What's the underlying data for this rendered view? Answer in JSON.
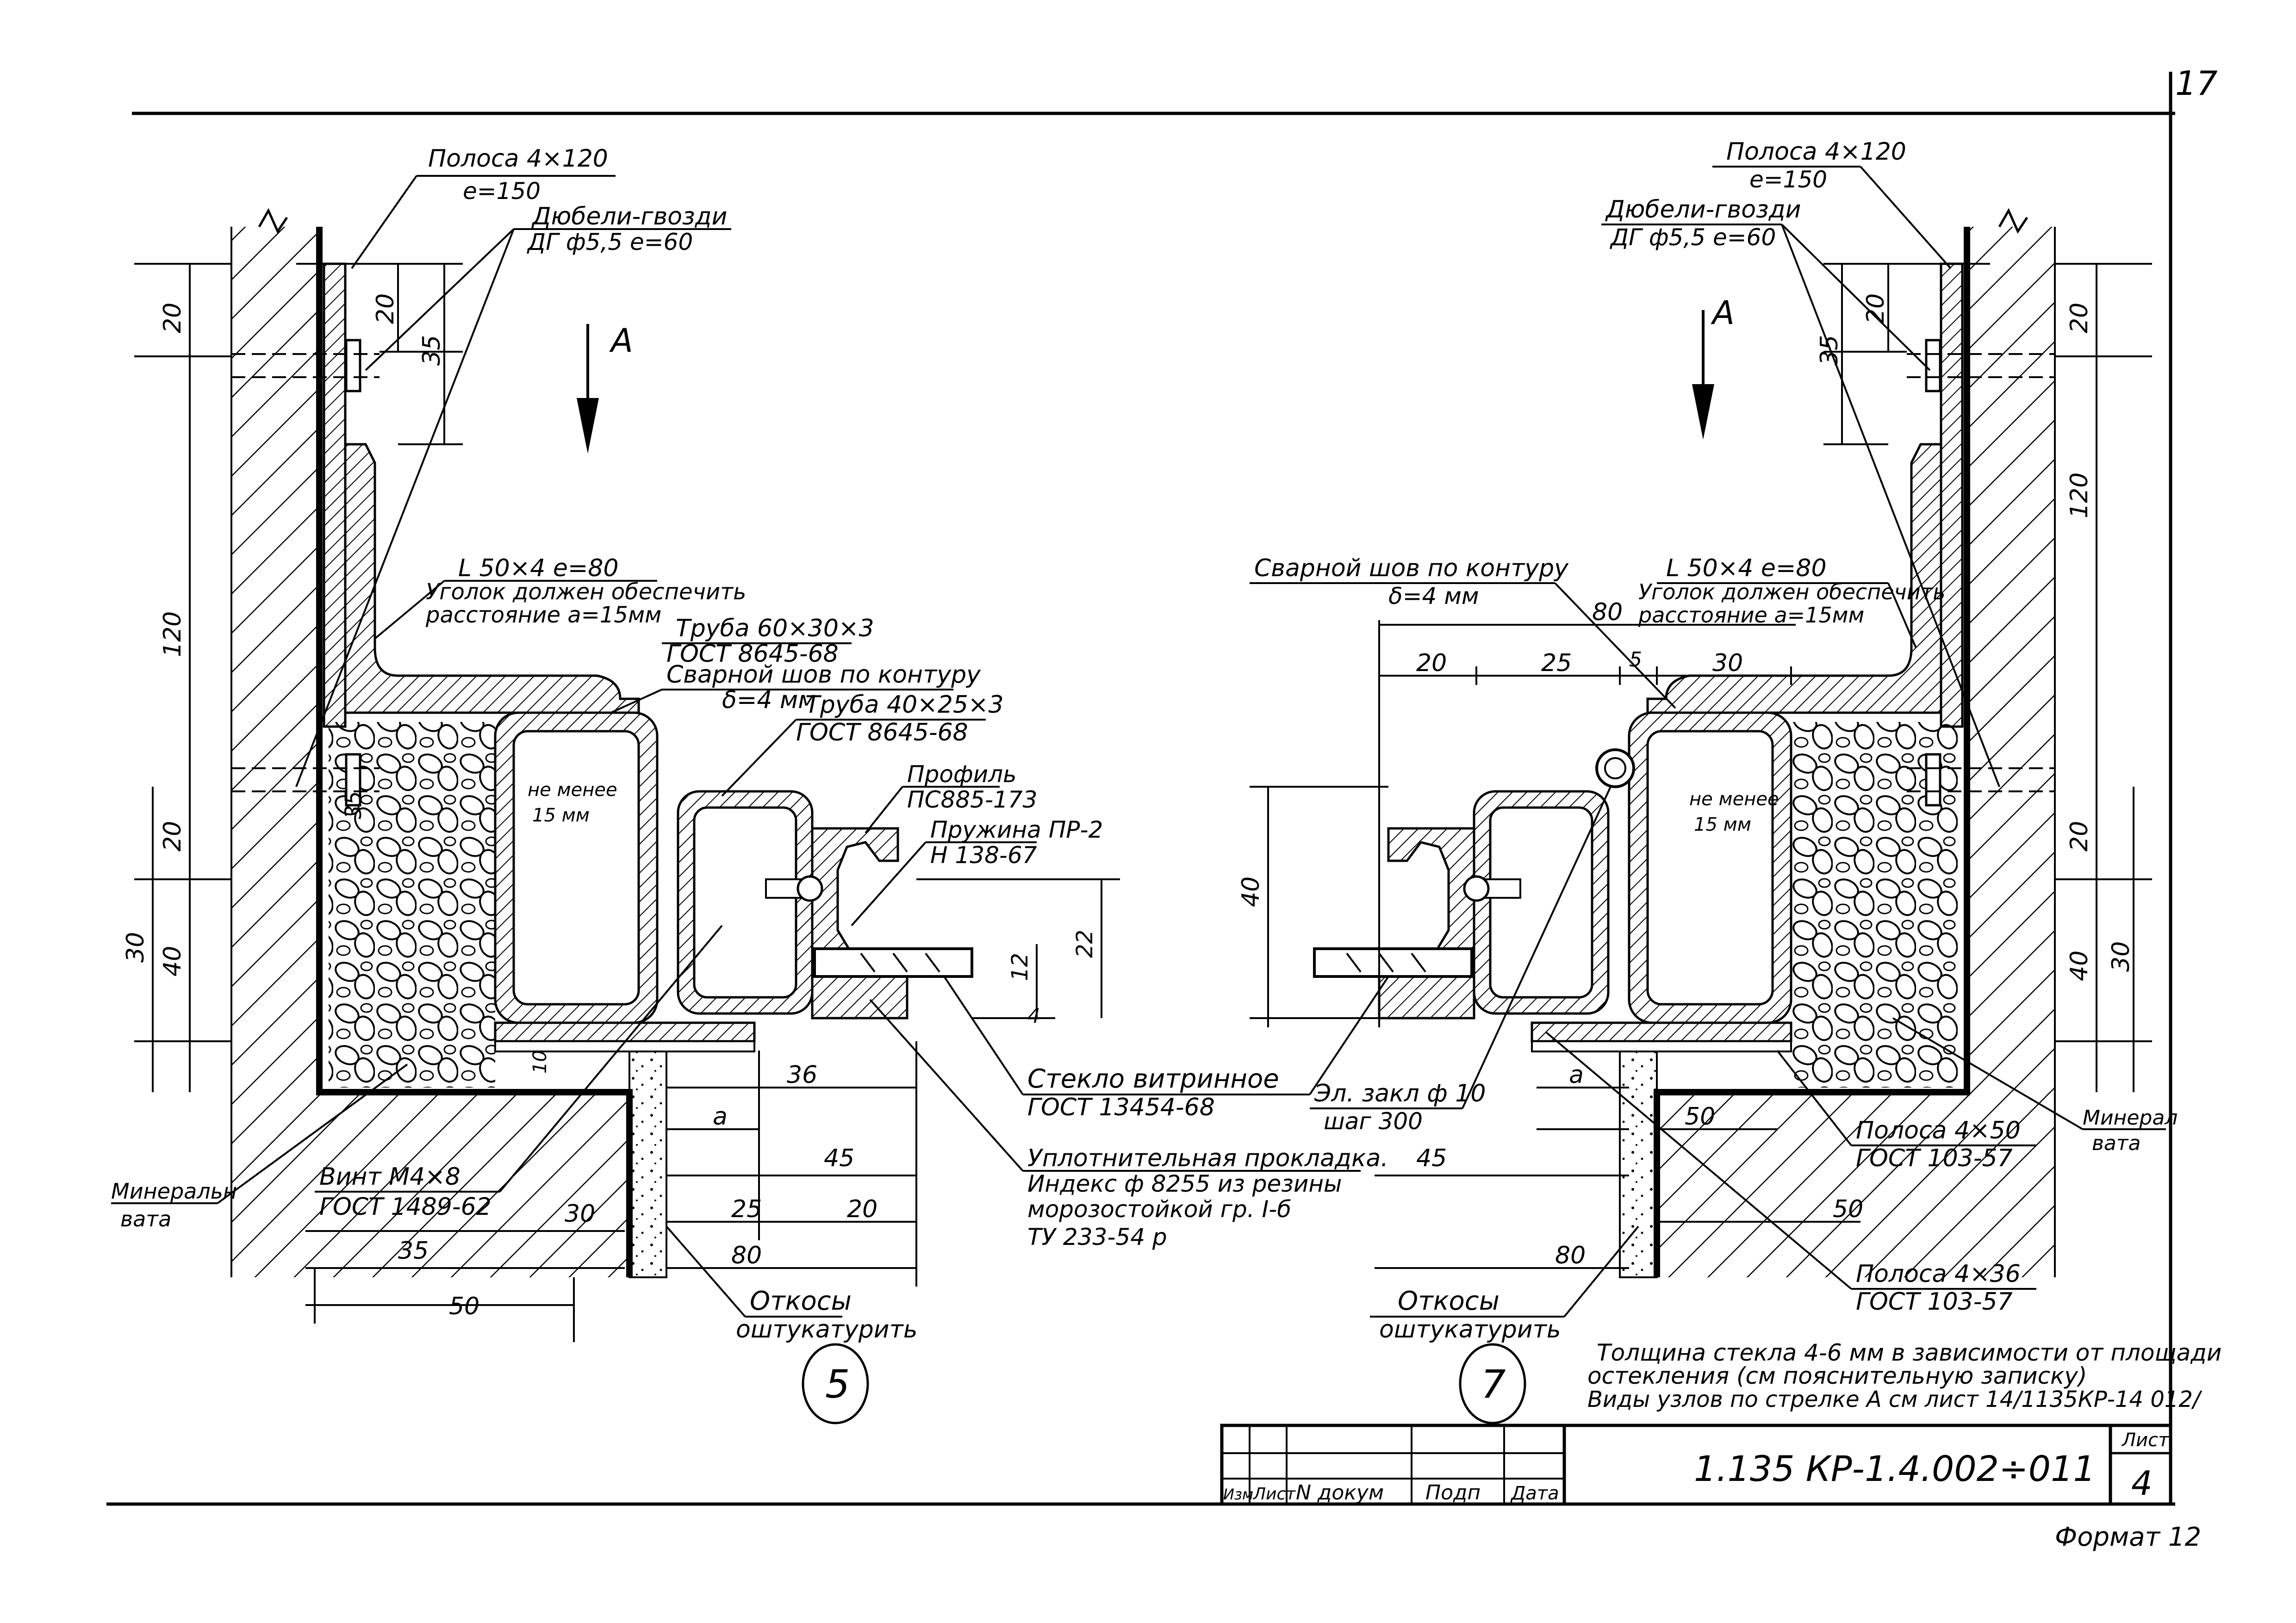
{
  "page": {
    "number": "17",
    "format": "Формат 12"
  },
  "left": {
    "label_strip": "Полоса 4×120",
    "label_strip_e": "e=150",
    "label_dowel": "Дюбели-гвозди",
    "label_dowel_spec": "ДГ ф5,5 e=60",
    "label_angle": "L 50×4 e=80",
    "label_angle_note1": "Уголок должен обеспечить",
    "label_angle_note2": "расстояние a=15мм",
    "label_tube1": "Труба 60×30×3",
    "label_tube1_gost": "ГОСТ 8645-68",
    "label_weld": "Сварной шов по контуру",
    "label_weld_delta": "δ=4 мм",
    "label_tube2": "Труба 40×25×3",
    "label_tube2_gost": "ГОСТ 8645-68",
    "label_profile": "Профиль",
    "label_profile_code": "ПС885-173",
    "label_spring": "Пружина ПР-2",
    "label_spring_code": "Н 138-67",
    "label_not_less1": "не менее",
    "label_not_less2": "15 мм",
    "label_glass": "Стекло витринное",
    "label_glass_gost": "ГОСТ 13454-68",
    "label_gasket": "Уплотнительная прокладка.",
    "label_gasket_2": "Индекс ф 8255 из резины",
    "label_gasket_3": "морозостойкой гр. I-б",
    "label_gasket_4": "ТУ 233-54 р",
    "label_screw": "Винт М4×8",
    "label_screw_gost": "ГОСТ 1489-62",
    "label_mineral1": "Минеральн",
    "label_mineral2": "вата",
    "label_slope": "Откосы",
    "label_slope2": "оштукатурить",
    "arrow_label": "A",
    "node": "5",
    "dims": {
      "d20a": "20",
      "d35": "35",
      "d120": "120",
      "d20c": "20",
      "d20b": "20",
      "d30": "30",
      "d40": "40",
      "d35b": "35",
      "d12": "12",
      "d22": "22",
      "d4": "4",
      "d36": "36",
      "da": "a",
      "d45": "45",
      "d25": "25",
      "d20d": "20",
      "d80": "80",
      "d30b": "30",
      "d35c": "35",
      "d50": "50",
      "d10": "10"
    }
  },
  "right": {
    "label_strip": "Полоса 4×120",
    "label_strip_e": "e=150",
    "label_dowel": "Дюбели-гвозди",
    "label_dowel_spec": "ДГ ф5,5 e=60",
    "label_weld": "Сварной шов по контуру",
    "label_weld_delta": "δ=4 мм",
    "label_angle": "L 50×4 e=80",
    "label_angle_note1": "Уголок должен обеспечить",
    "label_angle_note2": "расстояние a=15мм",
    "label_not_less1": "не менее",
    "label_not_less2": "15 мм",
    "label_elec": "Эл. закл ф 10",
    "label_elec_step": "шаг 300",
    "label_strip50": "Полоса 4×50",
    "label_strip50_gost": "ГОСТ 103-57",
    "label_strip36": "Полоса 4×36",
    "label_strip36_gost": "ГОСТ 103-57",
    "label_mineral1": "Минерал",
    "label_mineral2": "вата",
    "label_slope": "Откосы",
    "label_slope2": "оштукатурить",
    "arrow_label": "A",
    "node": "7",
    "dims": {
      "d20a": "20",
      "d35": "35",
      "d20b": "20",
      "d120": "120",
      "d80": "80",
      "d20c": "20",
      "d25": "25",
      "d5": "5",
      "d30": "30",
      "d40": "40",
      "d40b": "40",
      "d20e": "20",
      "d30b": "30",
      "da": "a",
      "d45": "45",
      "d50": "50",
      "d50b": "50",
      "d80b": "80"
    }
  },
  "notes": {
    "line1": "Толщина стекла 4-6 мм в зависимости от площади",
    "line2": "остекления (см пояснительную записку)",
    "line3": "Виды узлов по стрелке А см лист 14/1135КР-14 012/"
  },
  "stamp": {
    "designation": "1.135 КР-1.4.002÷011",
    "sheet_label": "Лист",
    "sheet_num": "4",
    "col_izm": "Изм",
    "col_list": "Лист",
    "col_doc": "N докум",
    "col_sign": "Подп",
    "col_date": "Дата"
  }
}
